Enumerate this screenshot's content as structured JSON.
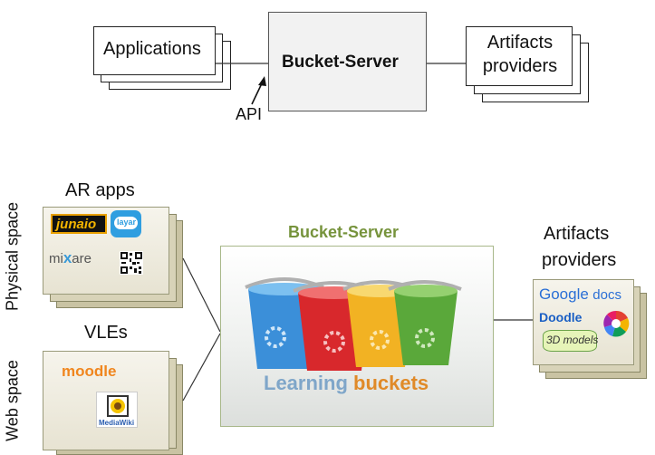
{
  "top": {
    "apps_label": "Applications",
    "server_label": "Bucket-Server",
    "providers_line1": "Artifacts",
    "providers_line2": "providers",
    "api_label": "API"
  },
  "bottom": {
    "physical_space": "Physical space",
    "web_space": "Web space",
    "ar_apps": "AR apps",
    "vles": "VLEs",
    "server_title": "Bucket-Server",
    "providers_line1": "Artifacts",
    "providers_line2": "providers",
    "learning_buckets_1": "Learning ",
    "learning_buckets_2": "buckets",
    "logos": {
      "junaio": "junaio",
      "layar": "layar",
      "mixare_1": "mi",
      "mixare_2": "x",
      "mixare_3": "are",
      "moodle": "moodle",
      "mediawiki": "MediaWiki",
      "google": "Google",
      "docs": "docs",
      "doodle": "Doodle",
      "models3d": "3D models"
    }
  },
  "colors": {
    "server_title": "#76933c",
    "learning": "#7fa6c9",
    "buckets": "#e08a28",
    "bucket_blue": "#3b8fd9",
    "bucket_red": "#d8282c",
    "bucket_yellow": "#f2b223",
    "bucket_green": "#5aa83a"
  }
}
